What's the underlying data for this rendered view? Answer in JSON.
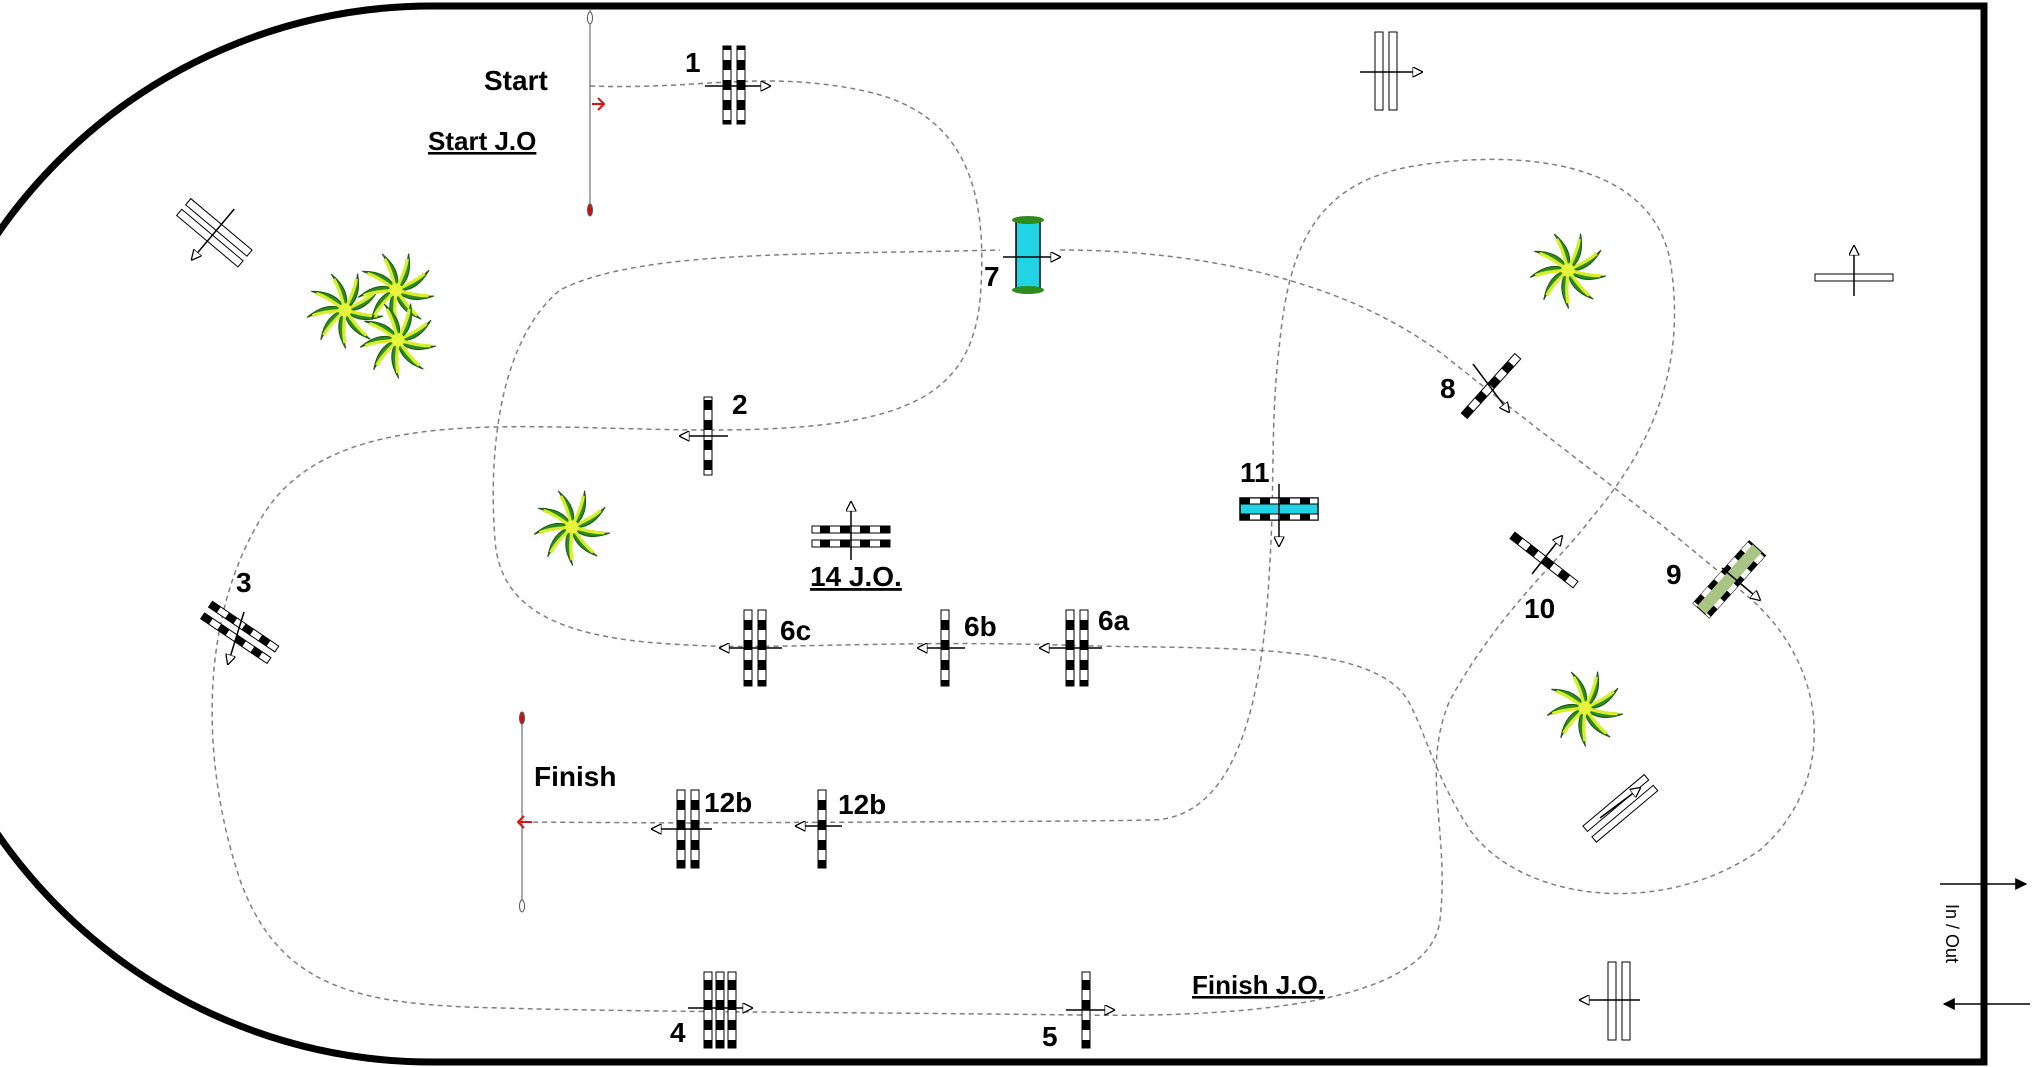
{
  "labels": {
    "start": "Start",
    "start_jo": "Start J.O",
    "finish": "Finish",
    "finish_jo": "Finish J.O.",
    "jo14": "14 J.O.",
    "in_out": "In / Out",
    "f1": "1",
    "f2": "2",
    "f3": "3",
    "f4": "4",
    "f5": "5",
    "f6a": "6a",
    "f6b": "6b",
    "f6c": "6c",
    "f7": "7",
    "f8": "8",
    "f9": "9",
    "f10": "10",
    "f11": "11",
    "f12b_left": "12b",
    "f12b_right": "12b"
  },
  "colors": {
    "border": "#000000",
    "route": "#8a8a8a",
    "water": "#20d4e6",
    "water_edge": "#1a6b1a",
    "flag": "#e01010",
    "oxer_fill": "#a8c585",
    "bush_dark": "#2e8b1e",
    "bush_light": "#d7ef2a"
  }
}
